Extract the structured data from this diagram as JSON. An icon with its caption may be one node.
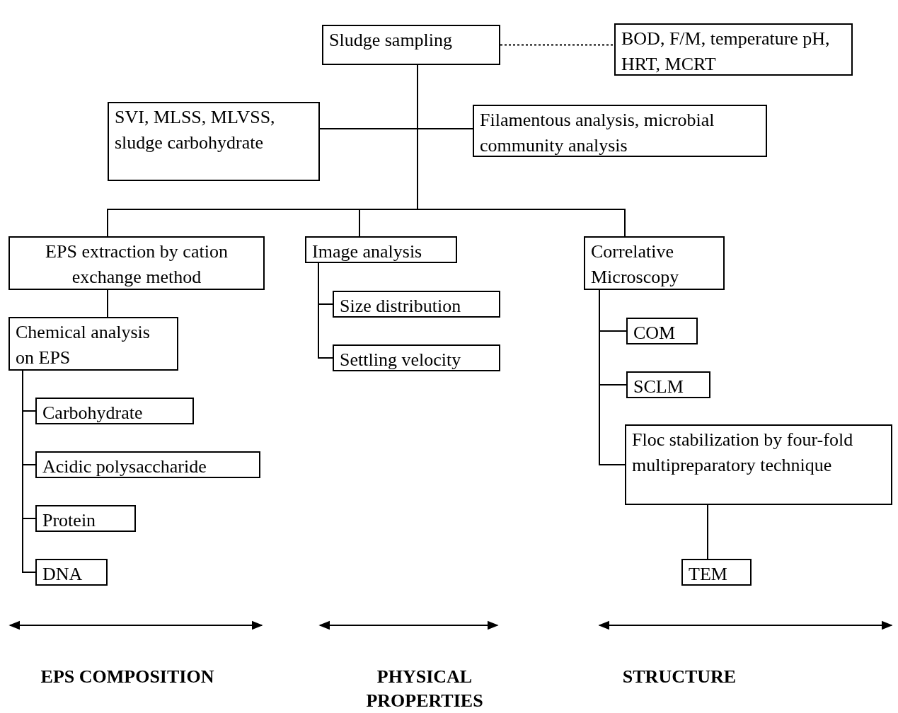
{
  "diagram": {
    "nodes": [
      {
        "text": [
          "Sludge sampling"
        ]
      },
      {
        "text": [
          "BOD, F/M, temperature pH, HRT, MCRT"
        ]
      },
      {
        "text": [
          "SVI, MLSS, MLVSS, sludge carbohydrate"
        ]
      },
      {
        "text": [
          "Filamentous analysis, microbial community analysis"
        ]
      },
      {
        "text": [
          "EPS extraction by cation exchange method"
        ]
      },
      {
        "text": [
          "Image analysis"
        ]
      },
      {
        "text": [
          "Correlative Microscopy"
        ]
      },
      {
        "text": [
          "Chemical analysis on EPS"
        ]
      },
      {
        "text": [
          "Size distribution"
        ]
      },
      {
        "text": [
          "Settling velocity"
        ]
      },
      {
        "text": [
          "COM"
        ]
      },
      {
        "text": [
          "SCLM"
        ]
      },
      {
        "text": [
          "Floc stabilization by four-fold multipreparatory technique"
        ]
      },
      {
        "text": [
          "TEM"
        ]
      },
      {
        "text": [
          "Carbohydrate"
        ]
      },
      {
        "text": [
          "Acidic polysaccharide"
        ]
      },
      {
        "text": [
          "Protein"
        ]
      },
      {
        "text": [
          "DNA"
        ]
      }
    ],
    "edges": [
      {
        "from": 0,
        "to": 1,
        "arrow": "none",
        "style": "dashed"
      },
      {
        "from": 0,
        "to": 2,
        "arrow": "none"
      },
      {
        "from": 0,
        "to": 3,
        "arrow": "none"
      },
      {
        "from": 0,
        "to": 4,
        "arrow": "none"
      },
      {
        "from": 0,
        "to": 5,
        "arrow": "none"
      },
      {
        "from": 0,
        "to": 6,
        "arrow": "none"
      },
      {
        "from": 4,
        "to": 7,
        "arrow": "none"
      },
      {
        "from": 5,
        "to": 8,
        "arrow": "none"
      },
      {
        "from": 5,
        "to": 9,
        "arrow": "none"
      },
      {
        "from": 6,
        "to": 10,
        "arrow": "none"
      },
      {
        "from": 6,
        "to": 11,
        "arrow": "none"
      },
      {
        "from": 6,
        "to": 12,
        "arrow": "none"
      },
      {
        "from": 12,
        "to": 13,
        "arrow": "none"
      },
      {
        "from": 7,
        "to": 14,
        "arrow": "none"
      },
      {
        "from": 7,
        "to": 15,
        "arrow": "none"
      },
      {
        "from": 7,
        "to": 16,
        "arrow": "none"
      },
      {
        "from": 7,
        "to": 17,
        "arrow": "none"
      }
    ],
    "labels": [
      "EPS COMPOSITION",
      "PHYSICAL PROPERTIES",
      "STRUCTURE"
    ]
  }
}
